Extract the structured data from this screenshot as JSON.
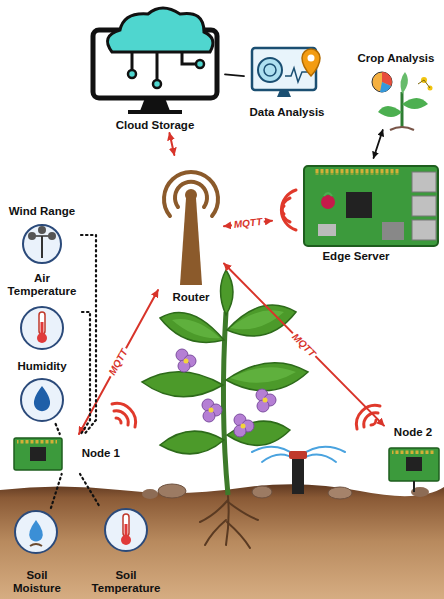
{
  "diagram": {
    "nodes": [
      {
        "text": [
          "Cloud Storage"
        ]
      },
      {
        "text": [
          "Data Analysis"
        ]
      },
      {
        "text": [
          "Crop Analysis"
        ]
      },
      {
        "text": [
          "Wind Range"
        ]
      },
      {
        "text": [
          "Router"
        ]
      },
      {
        "text": [
          "Edge Server"
        ]
      },
      {
        "text": [
          "Air Temperature"
        ]
      },
      {
        "text": [
          "Humidity"
        ]
      },
      {
        "text": [
          "Node 1"
        ]
      },
      {
        "text": [
          "Node 2"
        ]
      },
      {
        "text": [
          "Soil Moisture"
        ]
      },
      {
        "text": [
          "Soil Temperature"
        ]
      }
    ],
    "edges": [
      {
        "from": 0,
        "to": 4,
        "arrow": "both"
      },
      {
        "from": 4,
        "to": 5,
        "label": "MQTT",
        "arrow": "both"
      },
      {
        "from": 4,
        "to": 8,
        "label": "MQTT",
        "arrow": "both"
      },
      {
        "from": 4,
        "to": 9,
        "label": "MQTT",
        "arrow": "both"
      },
      {
        "from": 1,
        "to": 0,
        "arrow": "none"
      },
      {
        "from": 2,
        "to": 5,
        "arrow": "both"
      },
      {
        "from": 3,
        "to": 8,
        "arrow": "none"
      },
      {
        "from": 6,
        "to": 8,
        "arrow": "none"
      },
      {
        "from": 7,
        "to": 8,
        "arrow": "none"
      },
      {
        "from": 10,
        "to": 8,
        "arrow": "none"
      },
      {
        "from": 11,
        "to": 8,
        "arrow": "none"
      }
    ]
  }
}
